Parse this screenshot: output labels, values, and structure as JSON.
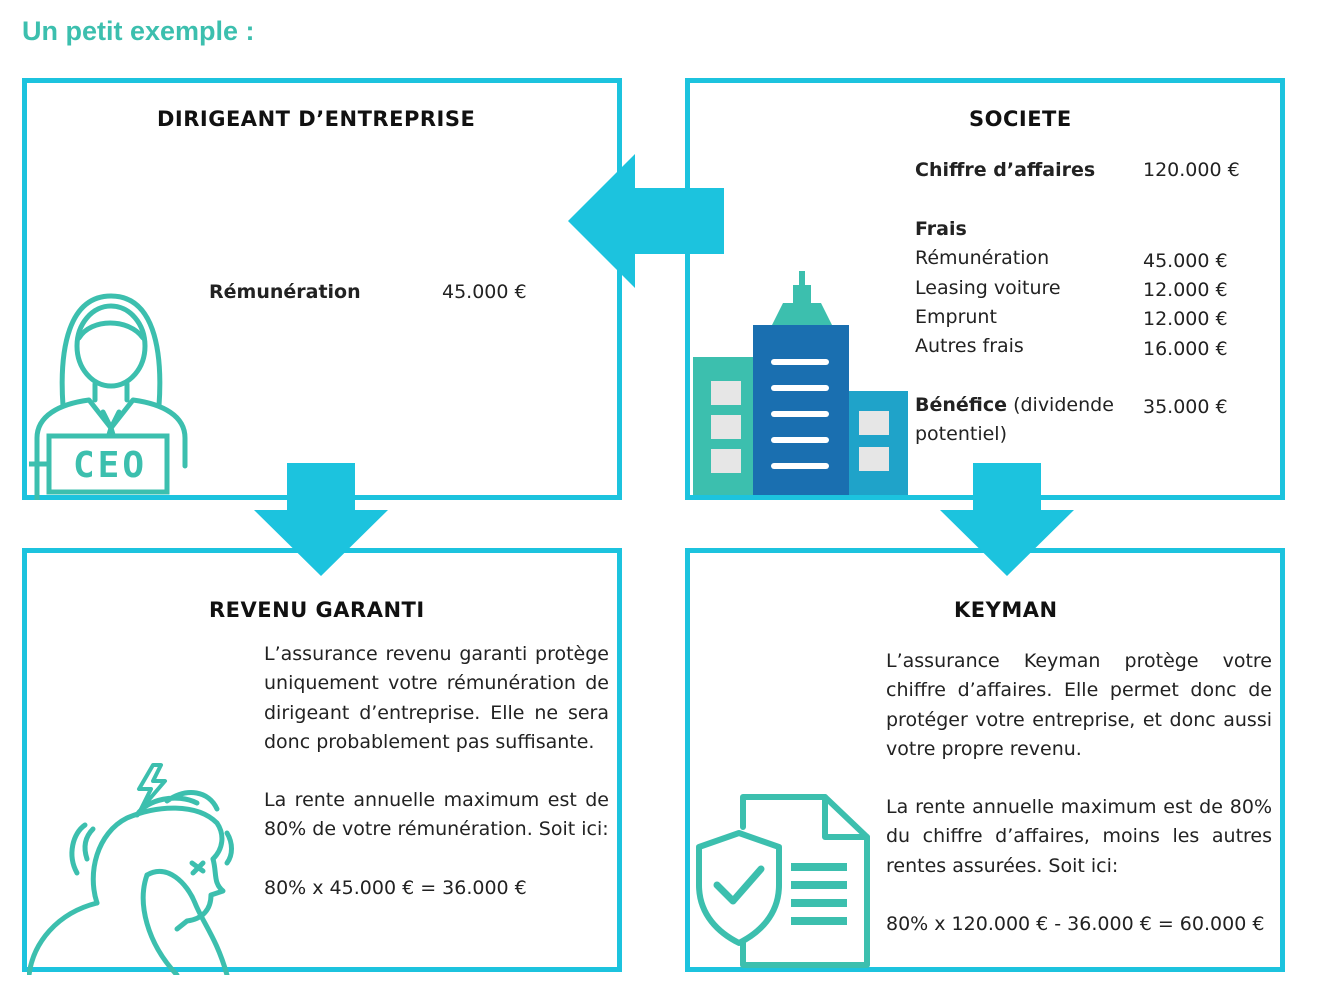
{
  "header": {
    "title": "Un petit exemple :"
  },
  "dirigeant": {
    "title": "DIRIGEANT D’ENTREPRISE",
    "rem_label": "Rémunération",
    "rem_value": "45.000 €",
    "badge": "CEO"
  },
  "societe": {
    "title": "SOCIETE",
    "ca_label": "Chiffre d’affaires",
    "ca_value": "120.000 €",
    "frais_label": "Frais",
    "frais": [
      {
        "label": "Rémunération",
        "value": "45.000 €"
      },
      {
        "label": "Leasing voiture",
        "value": "12.000 €"
      },
      {
        "label": "Emprunt",
        "value": "12.000 €"
      },
      {
        "label": "Autres frais",
        "value": "16.000 €"
      }
    ],
    "benefice_label": "Bénéfice",
    "benefice_note_1": "(dividende",
    "benefice_note_2": "potentiel)",
    "benefice_value": "35.000 €"
  },
  "revenu": {
    "title": "REVENU GARANTI",
    "para1": "L’assurance revenu garanti protège uniquement votre rémunération de dirigeant d’entreprise. Elle ne sera donc probablement pas suffisante.",
    "para2": "La rente annuelle maximum est de 80% de votre rémunération. Soit ici:",
    "para3": "80% x 45.000 € = 36.000 €"
  },
  "keyman": {
    "title": "KEYMAN",
    "para1": "L’assurance Keyman protège votre chiffre d’affaires. Elle permet donc de protéger votre entreprise, et donc aussi votre propre revenu.",
    "para2": "La rente annuelle maximum est de 80% du chiffre d’affaires, moins les autres rentes assurées. Soit ici:",
    "para3": "80% x 120.000 € - 36.000 € = 60.000 €"
  },
  "colors": {
    "accent": "#1cc3de",
    "teal": "#3cbfae",
    "dark_blue": "#1a6fb0",
    "mid_blue": "#1fa3c9"
  }
}
